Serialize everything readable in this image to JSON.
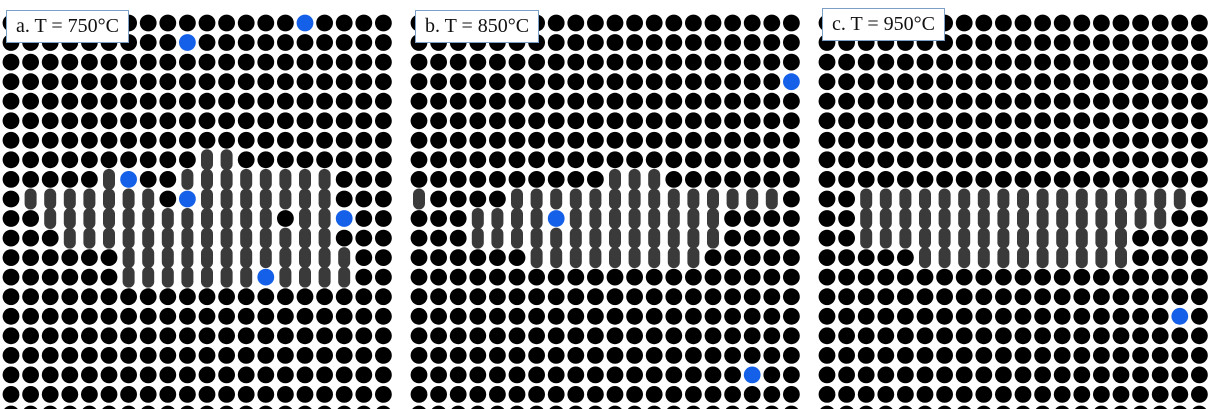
{
  "figure": {
    "panels": [
      {
        "id": "a",
        "label": "a. T = 750°C",
        "cluster_rows": [
          {
            "row": 7,
            "cols": [
              10,
              11
            ]
          },
          {
            "row": 8,
            "cols": [
              5,
              6,
              9,
              10,
              11,
              12,
              13,
              14,
              15,
              16
            ]
          },
          {
            "row": 9,
            "cols": [
              1,
              2,
              3,
              4,
              5,
              6,
              7,
              9,
              10,
              11,
              12,
              13,
              14,
              15,
              16
            ]
          },
          {
            "row": 10,
            "cols": [
              2,
              3,
              4,
              5,
              6,
              7,
              8,
              9,
              10,
              11,
              12,
              13,
              15,
              16
            ]
          },
          {
            "row": 11,
            "cols": [
              3,
              4,
              5,
              6,
              7,
              8,
              9,
              10,
              11,
              12,
              13,
              14,
              15,
              16
            ]
          },
          {
            "row": 12,
            "cols": [
              6,
              7,
              8,
              9,
              10,
              11,
              12,
              13,
              14,
              15,
              16,
              17
            ]
          },
          {
            "row": 13,
            "cols": [
              6,
              7,
              8,
              9,
              10,
              11,
              12,
              13,
              14,
              15,
              16,
              17
            ]
          }
        ],
        "blue_atoms": [
          {
            "row": 0,
            "col": 15
          },
          {
            "row": 1,
            "col": 9
          },
          {
            "row": 8,
            "col": 6
          },
          {
            "row": 9,
            "col": 9
          },
          {
            "row": 10,
            "col": 17
          },
          {
            "row": 13,
            "col": 13
          }
        ]
      },
      {
        "id": "b",
        "label": "b. T = 850°C",
        "cluster_rows": [
          {
            "row": 8,
            "cols": [
              10,
              11,
              12
            ]
          },
          {
            "row": 9,
            "cols": [
              0,
              5,
              6,
              7,
              8,
              9,
              10,
              11,
              12,
              13,
              14,
              15,
              16,
              17,
              18
            ]
          },
          {
            "row": 10,
            "cols": [
              3,
              4,
              5,
              6,
              7,
              8,
              9,
              10,
              11,
              12,
              13,
              14,
              15
            ]
          },
          {
            "row": 11,
            "cols": [
              3,
              4,
              5,
              6,
              7,
              8,
              9,
              10,
              11,
              12,
              13,
              14,
              15
            ]
          },
          {
            "row": 12,
            "cols": [
              6,
              7,
              8,
              9,
              10,
              11,
              12,
              13,
              14
            ]
          }
        ],
        "blue_atoms": [
          {
            "row": 3,
            "col": 19
          },
          {
            "row": 10,
            "col": 7
          },
          {
            "row": 18,
            "col": 17
          }
        ]
      },
      {
        "id": "c",
        "label": "c. T = 950°C",
        "cluster_rows": [
          {
            "row": 9,
            "cols": [
              2,
              3,
              4,
              5,
              6,
              7,
              8,
              9,
              10,
              11,
              12,
              13,
              14,
              15,
              16,
              17,
              18
            ]
          },
          {
            "row": 10,
            "cols": [
              2,
              3,
              4,
              5,
              6,
              7,
              8,
              9,
              10,
              11,
              12,
              13,
              14,
              15,
              16,
              17
            ]
          },
          {
            "row": 11,
            "cols": [
              2,
              3,
              4,
              5,
              6,
              7,
              8,
              9,
              10,
              11,
              12,
              13,
              14,
              15
            ]
          },
          {
            "row": 12,
            "cols": [
              5,
              6,
              7,
              8,
              9,
              10,
              11,
              12,
              13,
              14,
              15
            ]
          }
        ],
        "blue_atoms": [
          {
            "row": 15,
            "col": 18
          }
        ]
      }
    ],
    "colors": {
      "atom": "#000000",
      "cluster": "#3a3a3a",
      "blue": "#1560e8",
      "label_border": "#7ba0c8"
    }
  }
}
